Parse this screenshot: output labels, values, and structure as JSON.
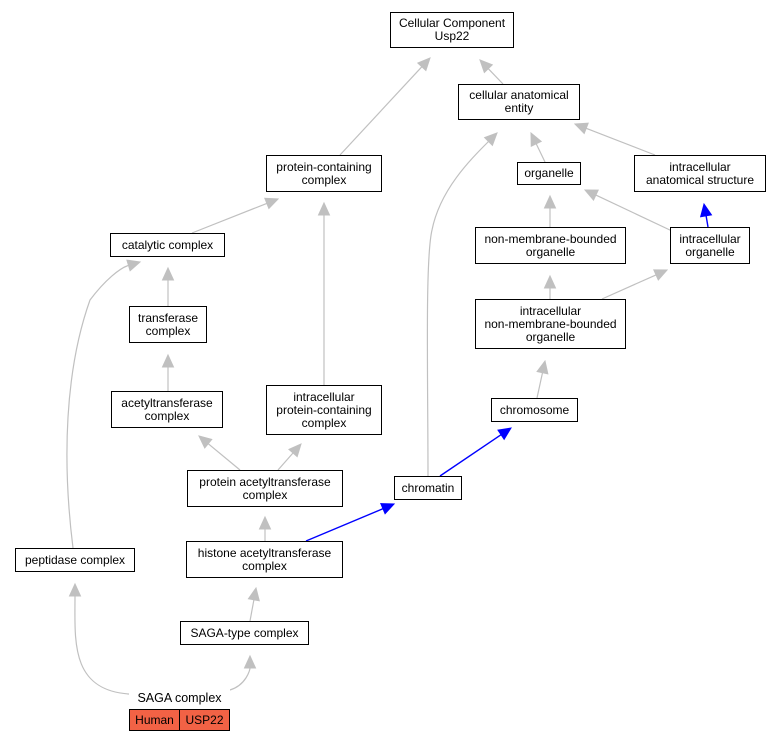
{
  "graph": {
    "nodes": {
      "cellular_component": {
        "lines": [
          "Cellular Component",
          "Usp22"
        ]
      },
      "cellular_anatomical_entity": {
        "lines": [
          "cellular anatomical",
          "entity"
        ]
      },
      "protein_containing_complex": {
        "lines": [
          "protein-containing",
          "complex"
        ]
      },
      "organelle": {
        "lines": [
          "organelle"
        ]
      },
      "intracellular_anatomical_structure": {
        "lines": [
          "intracellular",
          "anatomical structure"
        ]
      },
      "catalytic_complex": {
        "lines": [
          "catalytic complex"
        ]
      },
      "non_membrane_bounded_organelle": {
        "lines": [
          "non-membrane-bounded",
          "organelle"
        ]
      },
      "intracellular_organelle": {
        "lines": [
          "intracellular",
          "organelle"
        ]
      },
      "transferase_complex": {
        "lines": [
          "transferase",
          "complex"
        ]
      },
      "intracellular_nmb_organelle": {
        "lines": [
          "intracellular",
          "non-membrane-bounded",
          "organelle"
        ]
      },
      "acetyltransferase_complex": {
        "lines": [
          "acetyltransferase",
          "complex"
        ]
      },
      "intracellular_protein_containing_complex": {
        "lines": [
          "intracellular",
          "protein-containing",
          "complex"
        ]
      },
      "chromosome": {
        "lines": [
          "chromosome"
        ]
      },
      "protein_acetyltransferase_complex": {
        "lines": [
          "protein acetyltransferase",
          "complex"
        ]
      },
      "chromatin": {
        "lines": [
          "chromatin"
        ]
      },
      "peptidase_complex": {
        "lines": [
          "peptidase complex"
        ]
      },
      "histone_acetyltransferase_complex": {
        "lines": [
          "histone acetyltransferase",
          "complex"
        ]
      },
      "saga_type_complex": {
        "lines": [
          "SAGA-type complex"
        ]
      },
      "saga_complex": {
        "lines": [
          "SAGA complex"
        ]
      }
    },
    "annotation": {
      "species": "Human",
      "gene": "USP22",
      "color": "#f26245"
    },
    "edge_colors": {
      "is_a": "#c0c0c0",
      "part_of": "#0000ff"
    },
    "edges": [
      {
        "from": "cellular_anatomical_entity",
        "to": "cellular_component",
        "type": "is_a"
      },
      {
        "from": "protein_containing_complex",
        "to": "cellular_component",
        "type": "is_a"
      },
      {
        "from": "organelle",
        "to": "cellular_anatomical_entity",
        "type": "is_a"
      },
      {
        "from": "intracellular_anatomical_structure",
        "to": "cellular_anatomical_entity",
        "type": "is_a"
      },
      {
        "from": "chromatin",
        "to": "cellular_anatomical_entity",
        "type": "is_a"
      },
      {
        "from": "catalytic_complex",
        "to": "protein_containing_complex",
        "type": "is_a"
      },
      {
        "from": "intracellular_protein_containing_complex",
        "to": "protein_containing_complex",
        "type": "is_a"
      },
      {
        "from": "non_membrane_bounded_organelle",
        "to": "organelle",
        "type": "is_a"
      },
      {
        "from": "intracellular_organelle",
        "to": "organelle",
        "type": "is_a"
      },
      {
        "from": "intracellular_organelle",
        "to": "intracellular_anatomical_structure",
        "type": "part_of"
      },
      {
        "from": "intracellular_nmb_organelle",
        "to": "non_membrane_bounded_organelle",
        "type": "is_a"
      },
      {
        "from": "intracellular_nmb_organelle",
        "to": "intracellular_organelle",
        "type": "is_a"
      },
      {
        "from": "chromosome",
        "to": "intracellular_nmb_organelle",
        "type": "is_a"
      },
      {
        "from": "chromatin",
        "to": "chromosome",
        "type": "part_of"
      },
      {
        "from": "transferase_complex",
        "to": "catalytic_complex",
        "type": "is_a"
      },
      {
        "from": "peptidase_complex",
        "to": "catalytic_complex",
        "type": "is_a"
      },
      {
        "from": "acetyltransferase_complex",
        "to": "transferase_complex",
        "type": "is_a"
      },
      {
        "from": "protein_acetyltransferase_complex",
        "to": "acetyltransferase_complex",
        "type": "is_a"
      },
      {
        "from": "protein_acetyltransferase_complex",
        "to": "intracellular_protein_containing_complex",
        "type": "is_a"
      },
      {
        "from": "histone_acetyltransferase_complex",
        "to": "protein_acetyltransferase_complex",
        "type": "is_a"
      },
      {
        "from": "histone_acetyltransferase_complex",
        "to": "chromatin",
        "type": "part_of"
      },
      {
        "from": "saga_type_complex",
        "to": "histone_acetyltransferase_complex",
        "type": "is_a"
      },
      {
        "from": "saga_complex",
        "to": "saga_type_complex",
        "type": "is_a"
      },
      {
        "from": "saga_complex",
        "to": "peptidase_complex",
        "type": "is_a"
      }
    ]
  }
}
